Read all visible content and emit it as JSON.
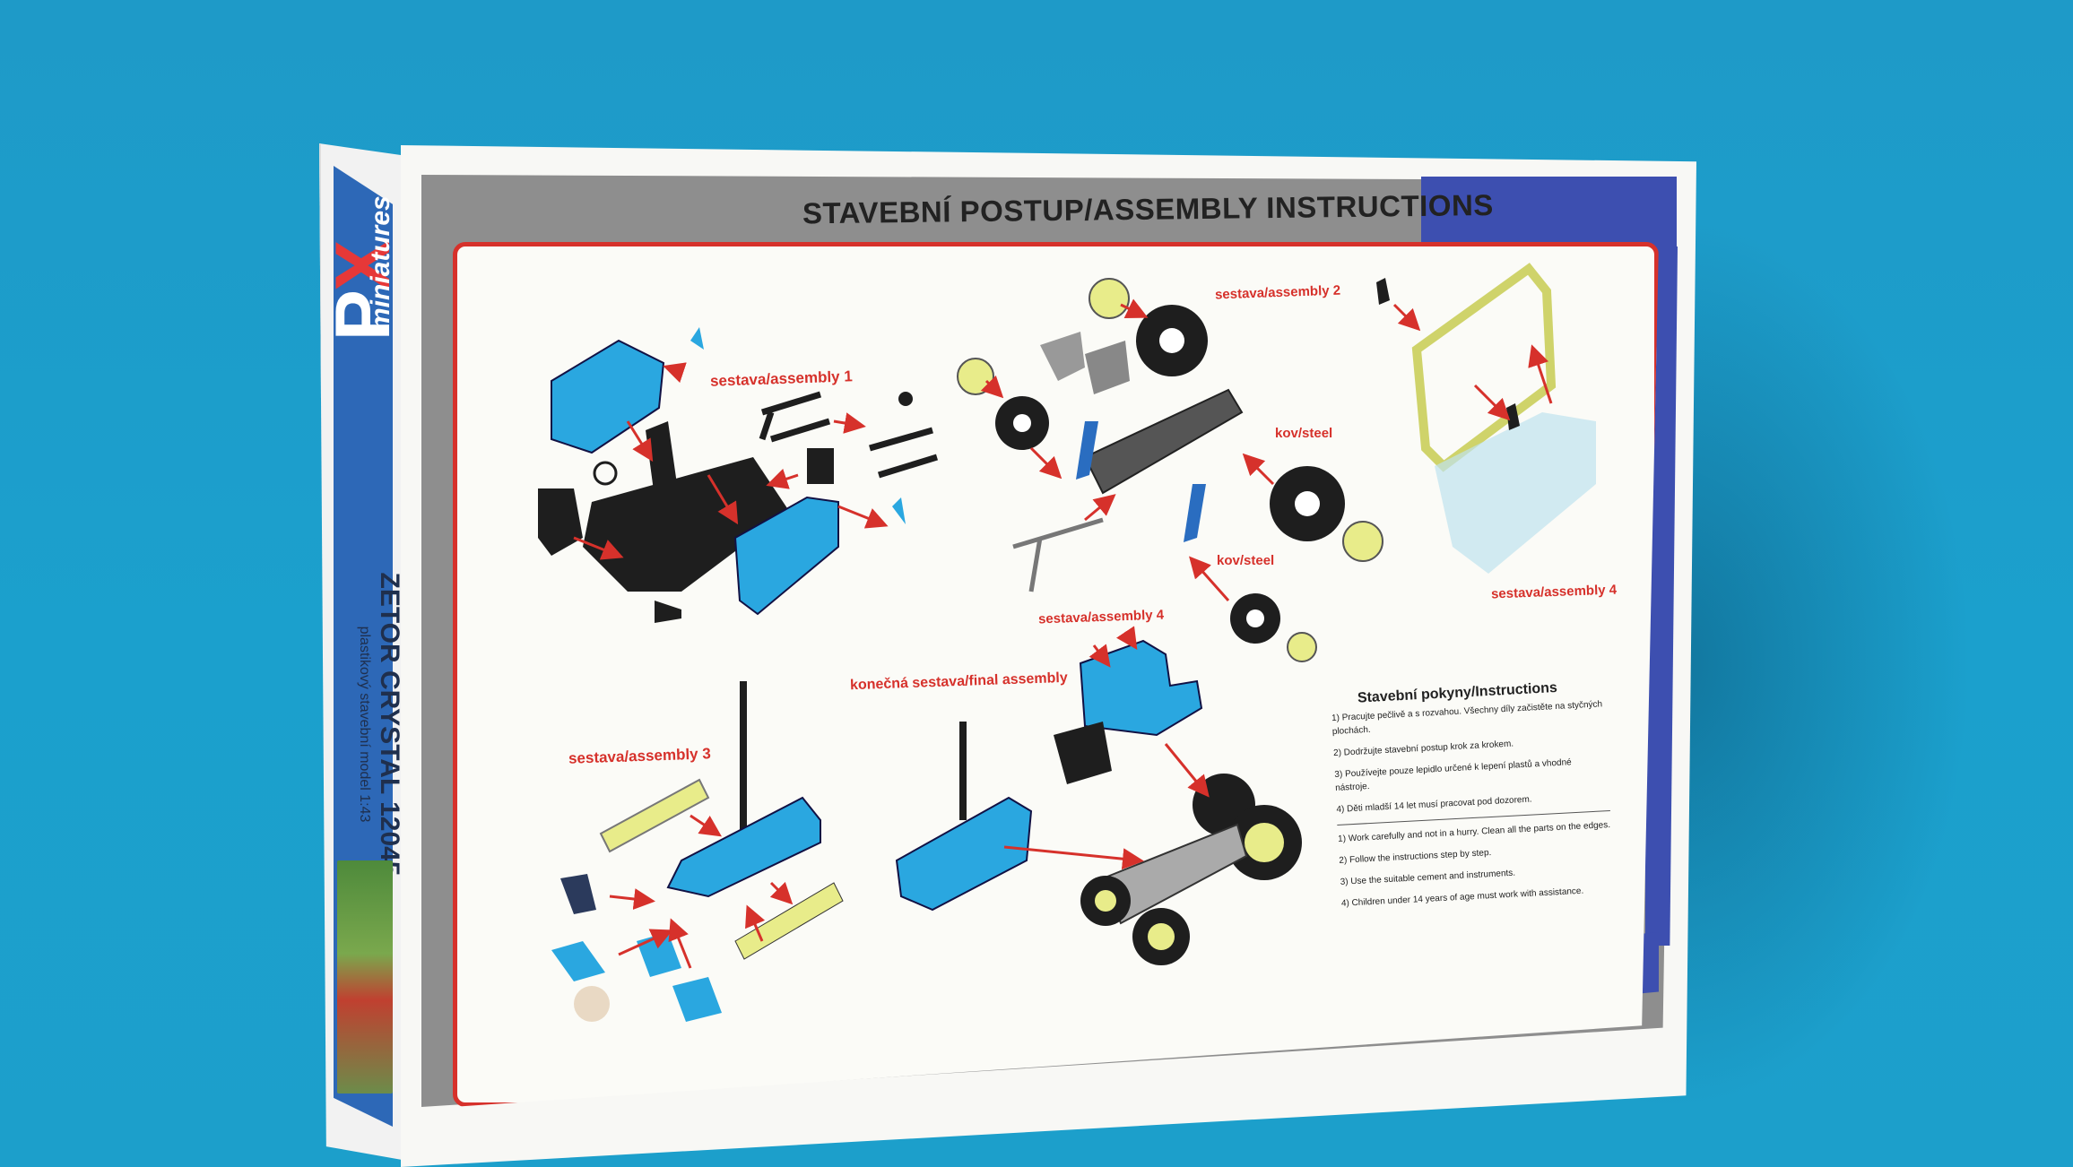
{
  "box": {
    "header_title": "STAVEBNÍ POSTUP/ASSEMBLY INSTRUCTIONS",
    "side_logo_p": "P",
    "side_logo_x": "X",
    "side_miniatures": "miniatures",
    "side_title": "ZETOR CRYSTAL 12045",
    "side_subtitle": "plastikový stavební model 1:43"
  },
  "labels": {
    "assembly1": "sestava/assembly 1",
    "assembly2": "sestava/assembly 2",
    "assembly3": "sestava/assembly 3",
    "assembly4_top": "sestava/assembly 4",
    "assembly4_mid": "sestava/assembly 4",
    "kov1": "kov/steel",
    "kov2": "kov/steel",
    "final": "konečná sestava/final assembly"
  },
  "instructions": {
    "heading": "Stavební pokyny/Instructions",
    "cz": [
      "1) Pracujte pečlivě a s rozvahou. Všechny díly začistěte na styčných plochách.",
      "2) Dodržujte stavební postup krok za krokem.",
      "3) Používejte pouze lepidlo určené k lepení plastů a vhodné nástroje.",
      "4) Děti mladší 14 let musí pracovat pod dozorem."
    ],
    "en": [
      "1) Work carefully and not in a hurry. Clean all the parts on the edges.",
      "2) Follow the instructions step by step.",
      "3) Use the suitable cement and instruments.",
      "4) Children under 14 years of age must work with assistance."
    ]
  },
  "colors": {
    "background": "#1e9ac8",
    "part_blue": "#2aa7e0",
    "part_black": "#1e1e1e",
    "part_yellow": "#e8ec8a",
    "arrow_red": "#d6312b",
    "frame_blue": "#3d4fb0"
  }
}
